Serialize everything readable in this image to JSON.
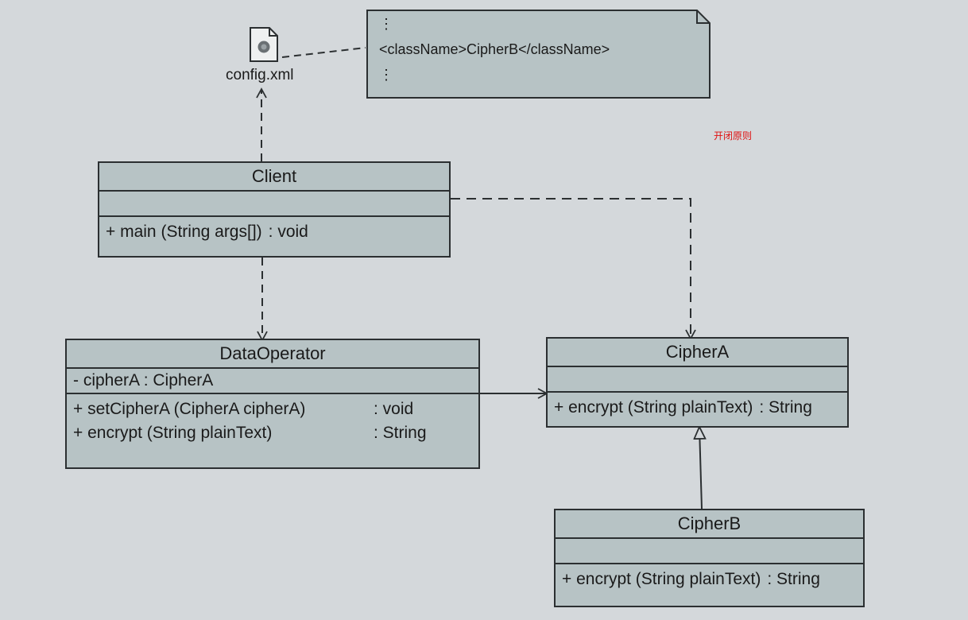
{
  "config_file": {
    "label": "config.xml",
    "icon": "xml-file-icon"
  },
  "note": {
    "line1": "⋮",
    "line2": "<className>CipherB</className>",
    "line3": "⋮"
  },
  "annotation": "开闭原则",
  "classes": {
    "client": {
      "name": "Client",
      "operations": [
        {
          "sig": "+  main (String args[])",
          "ret": ": void"
        }
      ]
    },
    "data_operator": {
      "name": "DataOperator",
      "attributes": [
        "-  cipherA  : CipherA"
      ],
      "operations": [
        {
          "sig": "+  setCipherA (CipherA cipherA)",
          "ret": ": void"
        },
        {
          "sig": "+  encrypt (String plainText)",
          "ret": ": String"
        }
      ]
    },
    "cipher_a": {
      "name": "CipherA",
      "operations": [
        {
          "sig": "+  encrypt (String plainText)",
          "ret": ": String"
        }
      ]
    },
    "cipher_b": {
      "name": "CipherB",
      "operations": [
        {
          "sig": "+  encrypt (String plainText)",
          "ret": ": String"
        }
      ]
    }
  },
  "colors": {
    "background": "#d4d8db",
    "class_fill": "#b7c3c5",
    "stroke": "#2b2f31",
    "annotation": "#e01010"
  }
}
